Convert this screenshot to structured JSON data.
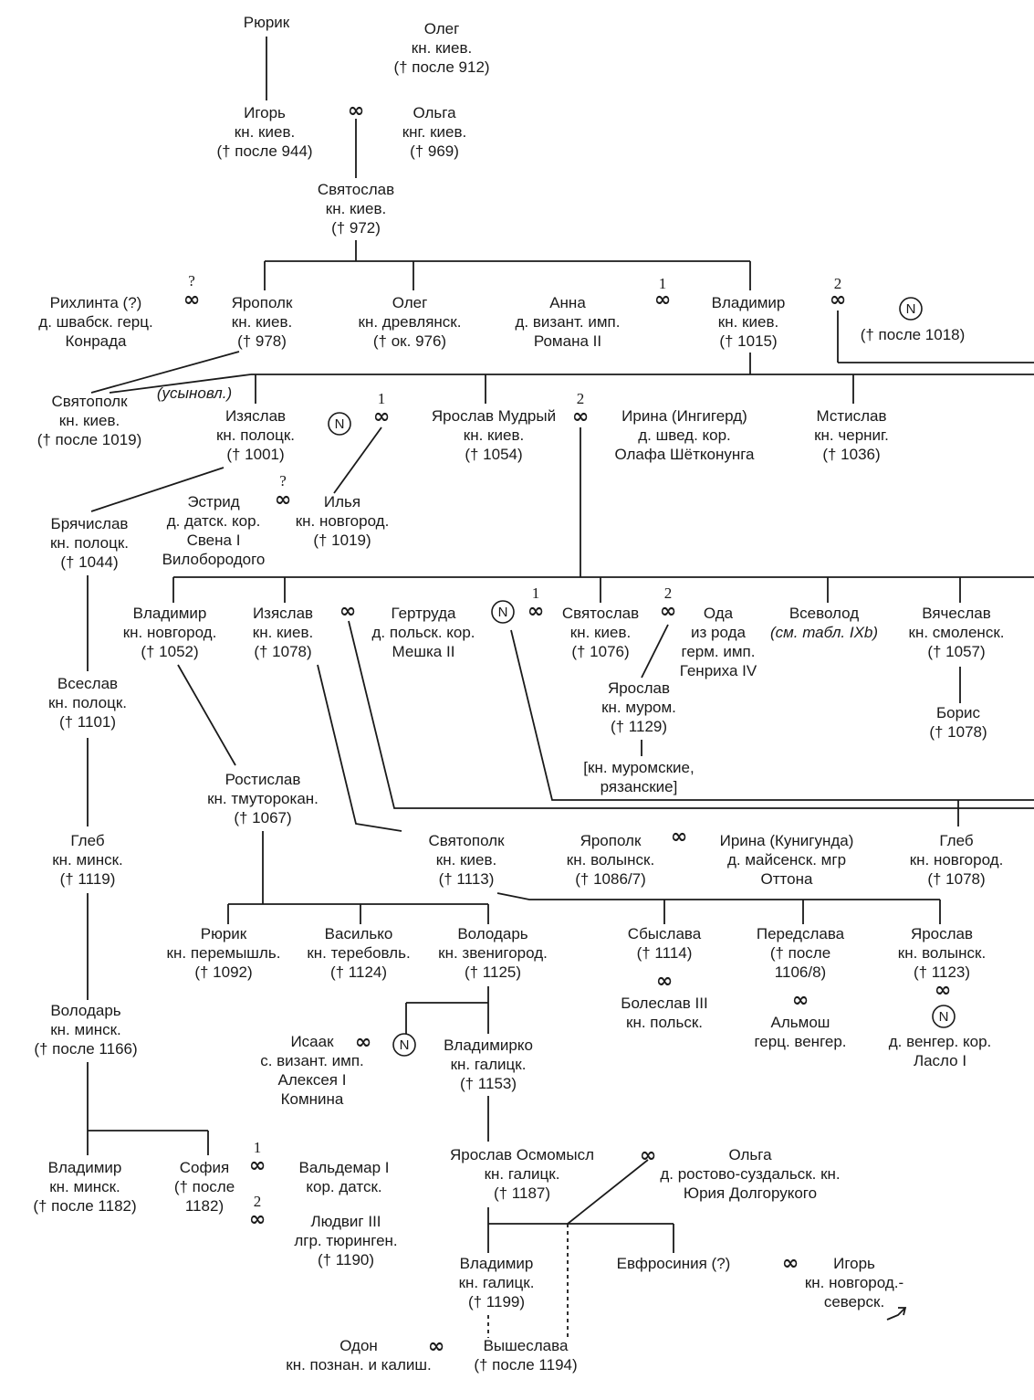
{
  "persons": {
    "rurik": [
      "Рюрик"
    ],
    "oleg1": [
      "Олег",
      "кн. киев.",
      "(† после 912)"
    ],
    "igor": [
      "Игорь",
      "кн. киев.",
      "(† после 944)"
    ],
    "olga": [
      "Ольга",
      "кнг. киев.",
      "(† 969)"
    ],
    "svyatoslav": [
      "Святослав",
      "кн. киев.",
      "(† 972)"
    ],
    "rikhlinta": [
      "Рихлинта (?)",
      "д. швабск. герц.",
      "Конрада"
    ],
    "yaropolk": [
      "Ярополк",
      "кн. киев.",
      "(† 978)"
    ],
    "oleg2": [
      "Олег",
      "кн. древлянск.",
      "(† ок. 976)"
    ],
    "anna": [
      "Анна",
      "д. визант. имп.",
      "Романа II"
    ],
    "vladimir1": [
      "Владимир",
      "кн. киев.",
      "(† 1015)"
    ],
    "vladimir_wife2": [
      "(† после 1018)"
    ],
    "svyatopolk1": [
      "Святополк",
      "кн. киев.",
      "(† после 1019)"
    ],
    "adopted": [
      "(усыновл.)"
    ],
    "izyaslav1": [
      "Изяслав",
      "кн. полоцк.",
      "(† 1001)"
    ],
    "yaroslav_mudry": [
      "Ярослав Мудрый",
      "кн. киев.",
      "(† 1054)"
    ],
    "irina1": [
      "Ирина (Ингигерд)",
      "д. швед. кор.",
      "Олафа Шётконунга"
    ],
    "mstislav": [
      "Мстислав",
      "кн. черниг.",
      "(† 1036)"
    ],
    "estrid": [
      "Эстрид",
      "д. датск. кор.",
      "Свена I",
      "Вилобородого"
    ],
    "ilya": [
      "Илья",
      "кн. новгород.",
      "(† 1019)"
    ],
    "bryachislav": [
      "Брячислав",
      "кн. полоцк.",
      "(† 1044)"
    ],
    "vladimir2": [
      "Владимир",
      "кн. новгород.",
      "(† 1052)"
    ],
    "izyaslav2": [
      "Изяслав",
      "кн. киев.",
      "(† 1078)"
    ],
    "gertruda": [
      "Гертруда",
      "д. польск. кор.",
      "Мешка II"
    ],
    "svyatoslav2": [
      "Святослав",
      "кн. киев.",
      "(† 1076)"
    ],
    "oda": [
      "Ода",
      "из рода",
      "герм. имп.",
      "Генриха IV"
    ],
    "vsevolod": [
      "Всеволод"
    ],
    "vsevolod_ref": [
      "(см. табл. IXb)"
    ],
    "vyacheslav": [
      "Вячеслав",
      "кн. смоленск.",
      "(† 1057)"
    ],
    "yaroslav_murom": [
      "Ярослав",
      "кн. муром.",
      "(† 1129)"
    ],
    "muromskie": [
      "[кн. муромские,",
      "рязанские]"
    ],
    "boris": [
      "Борис",
      "(† 1078)"
    ],
    "vseslav": [
      "Всеслав",
      "кн. полоцк.",
      "(† 1101)"
    ],
    "rostislav": [
      "Ростислав",
      "кн. тмуторокан.",
      "(† 1067)"
    ],
    "svyatopolk2": [
      "Святополк",
      "кн. киев.",
      "(† 1113)"
    ],
    "yaropolk2": [
      "Ярополк",
      "кн. волынск.",
      "(† 1086/7)"
    ],
    "irina2": [
      "Ирина (Кунигунда)",
      "д. майсенск. мгр",
      "Оттона"
    ],
    "gleb1": [
      "Глеб",
      "кн. новгород.",
      "(† 1078)"
    ],
    "gleb2": [
      "Глеб",
      "кн. минск.",
      "(† 1119)"
    ],
    "rurik2": [
      "Рюрик",
      "кн. перемышль.",
      "(† 1092)"
    ],
    "vasilko": [
      "Василько",
      "кн. теребовль.",
      "(† 1124)"
    ],
    "volodar1": [
      "Володарь",
      "кн. звенигород.",
      "(† 1125)"
    ],
    "sbyslava": [
      "Сбыслава",
      "(† 1114)"
    ],
    "boleslav": [
      "Болеслав III",
      "кн. польск."
    ],
    "peredslava": [
      "Передслава",
      "(† после",
      "1106/8)"
    ],
    "almosh": [
      "Альмош",
      "герц. венгер."
    ],
    "yaroslav_volyn": [
      "Ярослав",
      "кн. волынск.",
      "(† 1123)"
    ],
    "laslo": [
      "д. венгер. кор.",
      "Ласло I"
    ],
    "volodar2": [
      "Володарь",
      "кн. минск.",
      "(† после 1166)"
    ],
    "isaak": [
      "Исаак",
      "с. визант. имп.",
      "Алексея I",
      "Комнина"
    ],
    "vladimirko": [
      "Владимирко",
      "кн. галицк.",
      "(† 1153)"
    ],
    "yaroslav_osmomysl": [
      "Ярослав Осмомысл",
      "кн. галицк.",
      "(† 1187)"
    ],
    "olga2": [
      "Ольга",
      "д. ростово-суздальск. кн.",
      "Юрия Долгорукого"
    ],
    "vladimir_minsk": [
      "Владимир",
      "кн. минск.",
      "(† после 1182)"
    ],
    "sofia": [
      "София",
      "(† после",
      "1182)"
    ],
    "valdemar": [
      "Вальдемар I",
      "кор. датск."
    ],
    "ludwig": [
      "Людвиг III",
      "лгр. тюринген.",
      "(† 1190)"
    ],
    "vladimir_galich": [
      "Владимир",
      "кн. галицк.",
      "(† 1199)"
    ],
    "evfrosinia": [
      "Евфросиния (?)"
    ],
    "igor2": [
      "Игорь",
      "кн. новгород.-",
      "северск."
    ],
    "odon": [
      "Одон",
      "кн. познан. и калиш."
    ],
    "vysheslava": [
      "Вышеслава",
      "(† после 1194)"
    ]
  },
  "symbols": {
    "marriage": "∞",
    "unknown_wife": "N",
    "question": "?",
    "order_1": "1",
    "order_2": "2"
  }
}
